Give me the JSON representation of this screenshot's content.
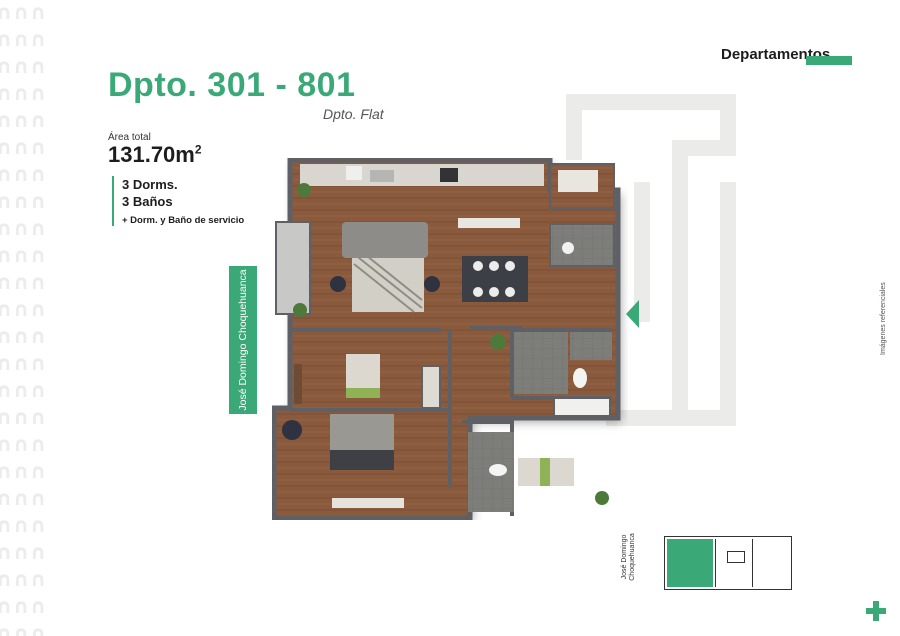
{
  "header": {
    "section_title": "Departamentos"
  },
  "unit": {
    "title": "Dpto. 301 - 801",
    "type": "Dpto. Flat",
    "area_label": "Área total",
    "area_value": "131.70m",
    "area_unit_sup": "2",
    "rooms": [
      "3 Dorms.",
      "3 Baños"
    ],
    "extra": "+ Dorm. y Baño de servicio"
  },
  "street": "José Domingo Choquehuanca",
  "side_note": "Imágenes referenciales",
  "keyplan": {
    "street_label": "José Domingo Choquehuanca"
  },
  "colors": {
    "accent": "#3aa977",
    "wood_floor": "#8a5a3e",
    "wall": "#5f6066",
    "tile": "#7a7a78"
  }
}
